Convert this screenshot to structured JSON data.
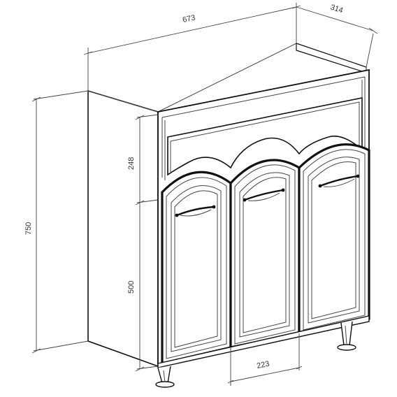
{
  "dimensions": {
    "width": "673",
    "depth": "314",
    "height": "750",
    "upper": "248",
    "lower": "500",
    "door_width": "223"
  }
}
